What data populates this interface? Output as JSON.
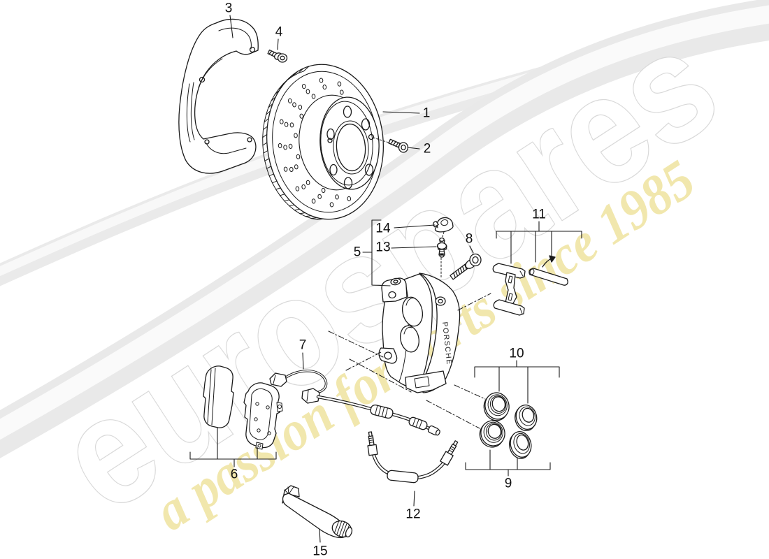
{
  "watermark": {
    "brand": "eurospares",
    "tagline": "a passion for parts since 1985",
    "brand_fill": "#ffffff",
    "brand_outline": "#d9d9d9",
    "tagline_color": "#f0e5a5",
    "swoosh_color": "#ebebeb"
  },
  "diagram": {
    "caliper_text": "PORSCHE",
    "line_color": "#1a1a1a"
  },
  "callouts": [
    {
      "label": "1"
    },
    {
      "label": "2"
    },
    {
      "label": "3"
    },
    {
      "label": "4"
    },
    {
      "label": "5"
    },
    {
      "label": "6"
    },
    {
      "label": "7"
    },
    {
      "label": "8"
    },
    {
      "label": "9"
    },
    {
      "label": "10"
    },
    {
      "label": "11"
    },
    {
      "label": "12"
    },
    {
      "label": "13"
    },
    {
      "label": "14"
    },
    {
      "label": "15"
    }
  ]
}
